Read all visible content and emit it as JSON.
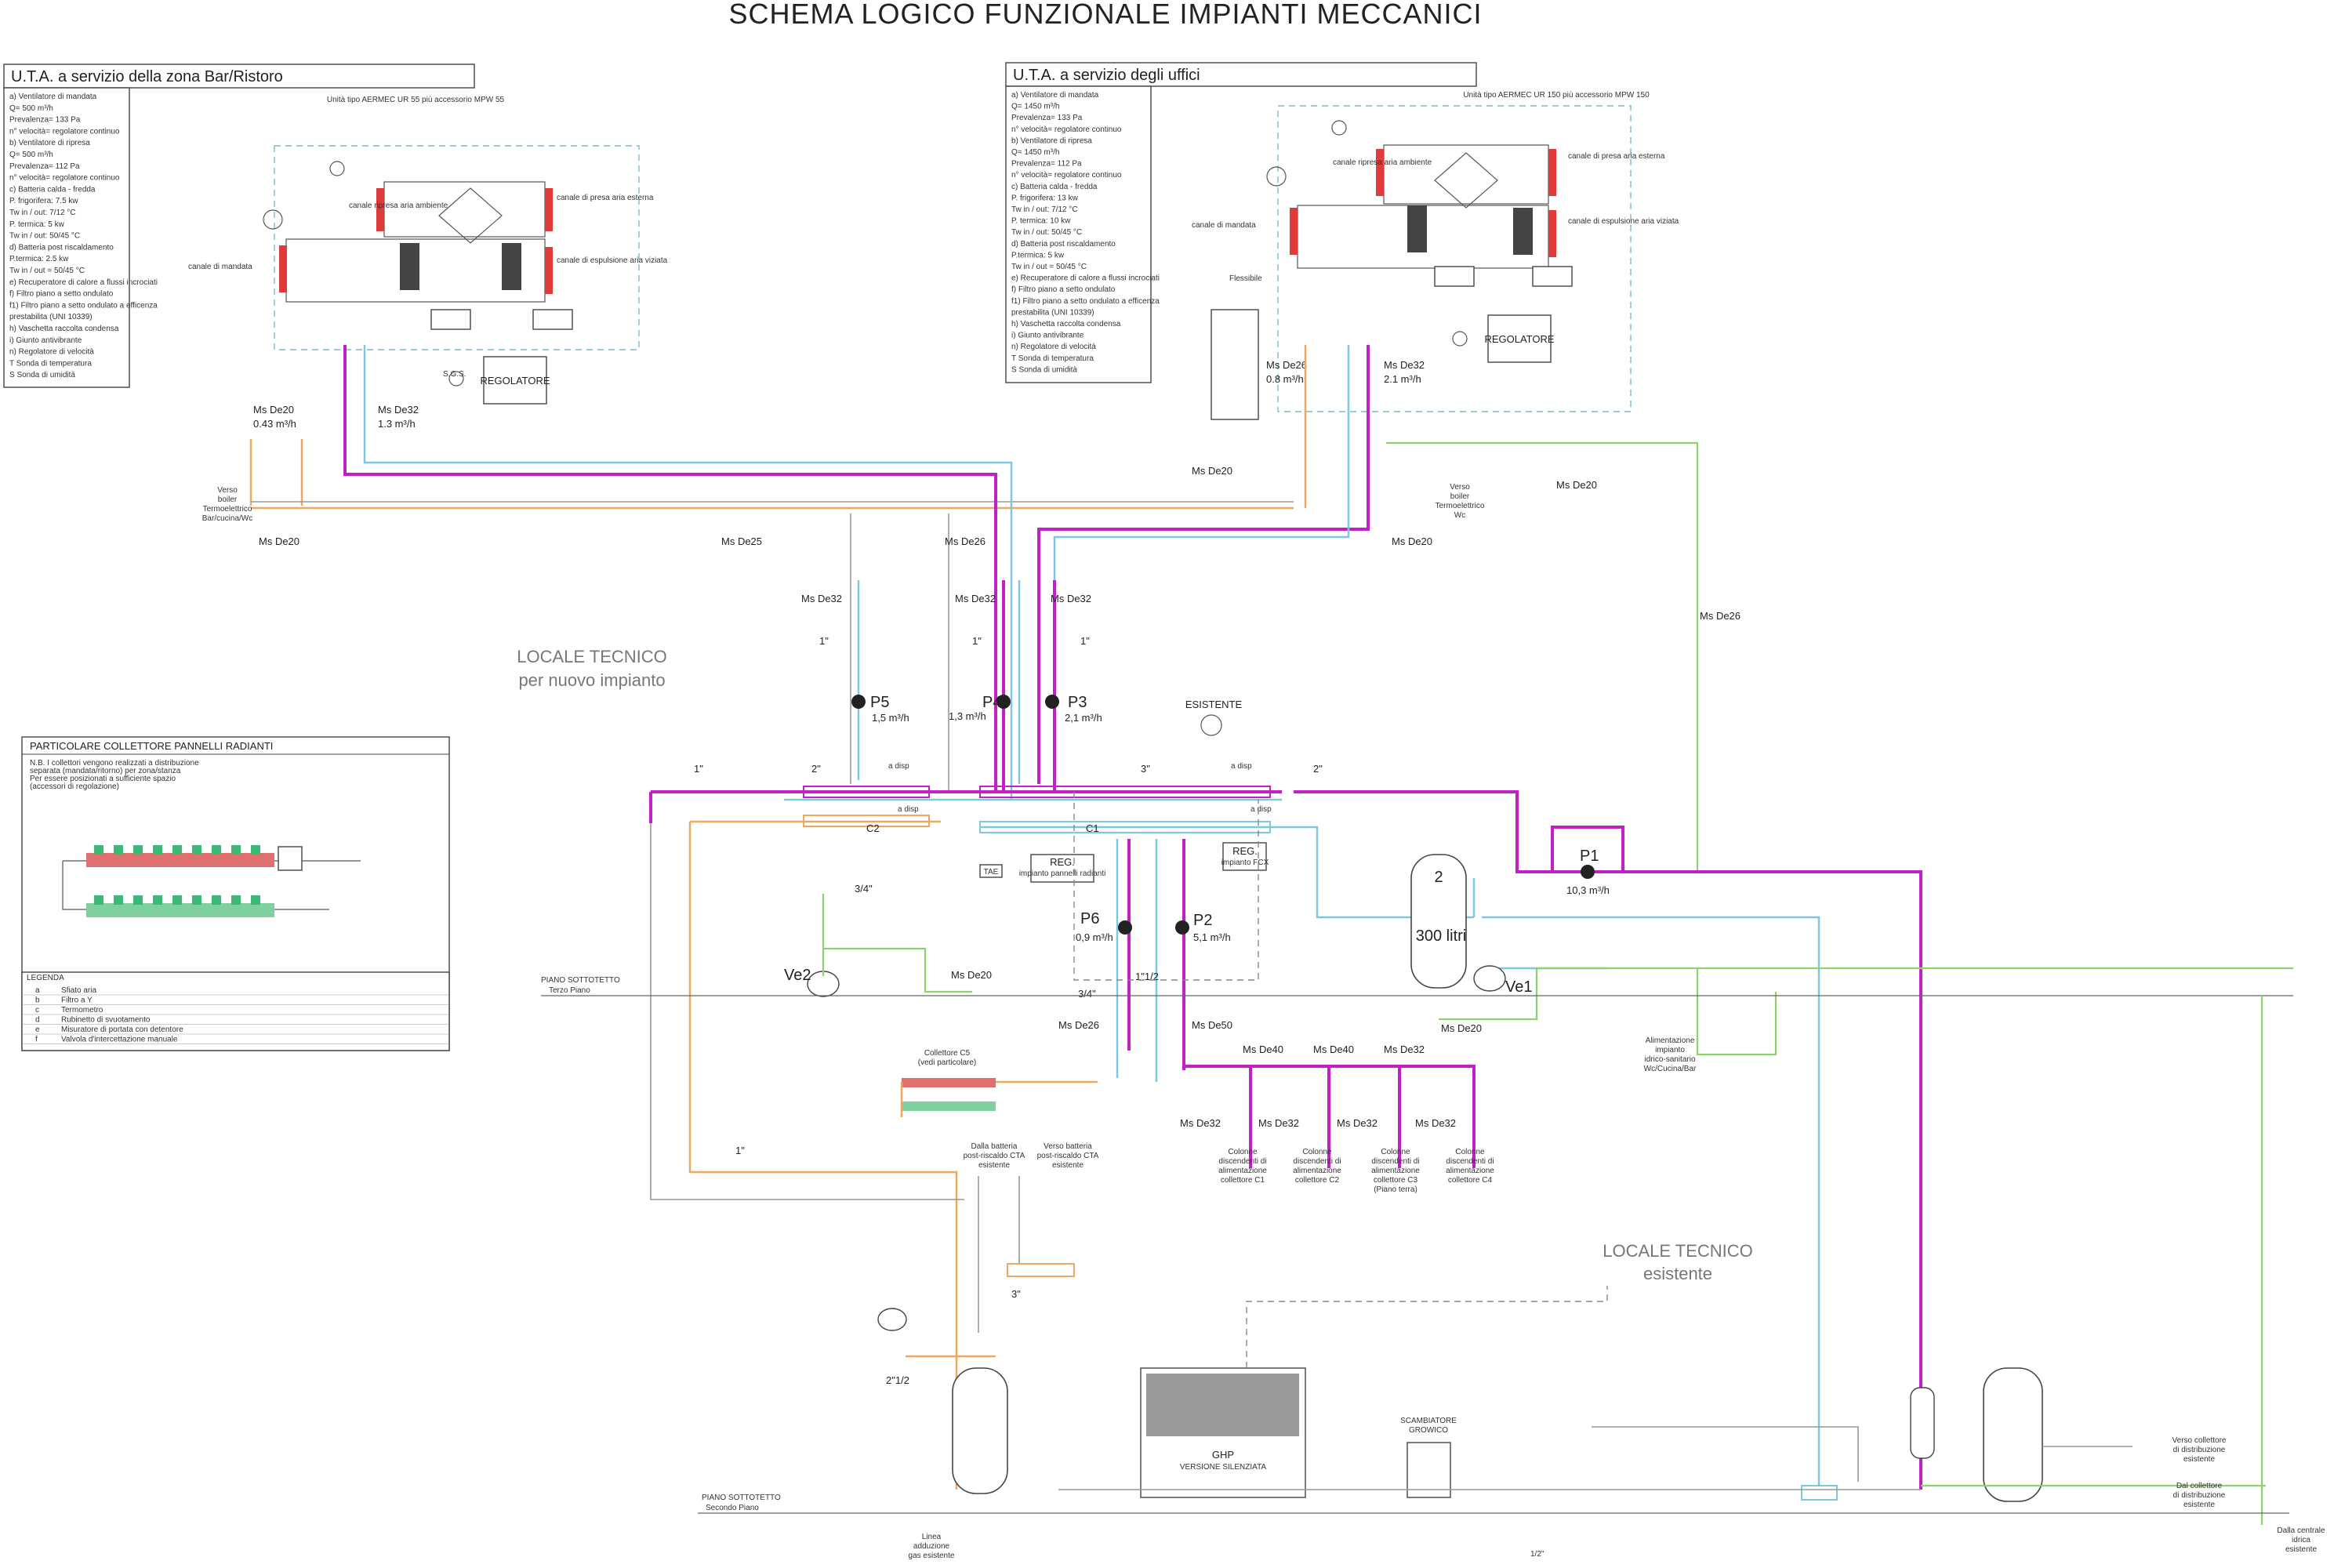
{
  "title": "SCHEMA LOGICO FUNZIONALE IMPIANTI MECCANICI",
  "uta_left": {
    "header": "U.T.A. a servizio della zona Bar/Ristoro",
    "unit": "Unità tipo AERMEC UR 55 più accessorio MPW 55",
    "spec": [
      "a) Ventilatore di mandata",
      "Q= 500 m³/h",
      "Prevalenza= 133 Pa",
      "n° velocità= regolatore continuo",
      "b) Ventilatore di ripresa",
      "Q= 500 m³/h",
      "Prevalenza= 112 Pa",
      "n° velocità= regolatore continuo",
      "c) Batteria calda - fredda",
      "P. frigorifera: 7.5 kw",
      "Tw in / out: 7/12 °C",
      "P. termica: 5 kw",
      "Tw in / out: 50/45 °C",
      "d) Batteria post riscaldamento",
      "P.termica: 2.5 kw",
      "Tw in / out = 50/45 °C",
      "e) Recuperatore di calore a flussi incrociati",
      "f) Filtro piano a setto ondulato",
      "f1) Filtro piano a setto ondulato a efficenza",
      "prestabilita (UNI 10339)",
      "h) Vaschetta raccolta condensa",
      "i) Giunto antivibrante",
      "n) Regolatore di velocità",
      "T Sonda di temperatura",
      "S Sonda di umidità"
    ],
    "canale_ripresa": "canale ripresa aria ambiente",
    "canale_presa": "canale di presa aria esterna",
    "canale_mandata": "canale di mandata",
    "canale_espulsione": "canale di espulsione aria viziata",
    "sgs": "S.G.S.",
    "regolatore": "REGOLATORE",
    "pipe1": "Ms De20",
    "flow1": "0.43 m³/h",
    "pipe2": "Ms De32",
    "flow2": "1.3 m³/h"
  },
  "uta_right": {
    "header": "U.T.A. a servizio degli uffici",
    "unit": "Unità tipo AERMEC UR 150 più accessorio MPW 150",
    "spec": [
      "a) Ventilatore di mandata",
      "Q= 1450 m³/h",
      "Prevalenza= 133 Pa",
      "n° velocità= regolatore continuo",
      "b) Ventilatore di ripresa",
      "Q= 1450 m³/h",
      "Prevalenza= 112 Pa",
      "n° velocità= regolatore continuo",
      "c) Batteria calda - fredda",
      "P. frigorifera: 13 kw",
      "Tw in / out: 7/12 °C",
      "P. termica: 10 kw",
      "Tw in / out: 50/45 °C",
      "d) Batteria post riscaldamento",
      "P.termica: 5 kw",
      "Tw in / out = 50/45 °C",
      "e) Recuperatore di calore a flussi incrociati",
      "f) Filtro piano a setto ondulato",
      "f1) Filtro piano a setto ondulato a efficenza",
      "prestabilita (UNI 10339)",
      "h) Vaschetta raccolta condensa",
      "i) Giunto antivibrante",
      "n) Regolatore di velocità",
      "T Sonda di temperatura",
      "S Sonda di umidità"
    ],
    "canale_ripresa": "canale ripresa aria ambiente",
    "canale_presa": "canale di presa aria esterna",
    "canale_mandata": "canale di mandata",
    "canale_espulsione": "canale di espulsione aria viziata",
    "flessibile": "Flessibile",
    "regolatore": "REGOLATORE",
    "pipe1": "Ms De26",
    "flow1": "0.8 m³/h",
    "pipe2": "Ms De32",
    "flow2": "2.1 m³/h"
  },
  "labels": {
    "verso_boiler_left": [
      "Verso",
      "boiler",
      "Termoelettrico",
      "Bar/cucina/Wc"
    ],
    "verso_boiler_right": [
      "Verso",
      "boiler",
      "Termoelettrico",
      "Wc"
    ],
    "ms_de20": "Ms De20",
    "ms_de25": "Ms De25",
    "ms_de26": "Ms De26",
    "ms_de32": "Ms De32",
    "ms_de40": "Ms De40",
    "ms_de50": "Ms De50",
    "locale_nuovo_1": "LOCALE TECNICO",
    "locale_nuovo_2": "per nuovo impianto",
    "locale_esist_1": "LOCALE TECNICO",
    "locale_esist_2": "esistente",
    "esistente": "ESISTENTE",
    "p5": "P5",
    "p5_flow": "1,5 m³/h",
    "p4": "P4",
    "p4_flow": "1,3 m³/h",
    "p3": "P3",
    "p3_flow": "2,1 m³/h",
    "p6": "P6",
    "p6_flow": "0,9 m³/h",
    "p2": "P2",
    "p2_flow": "5,1 m³/h",
    "p1": "P1",
    "p1_flow": "10,3 m³/h",
    "one_inch": "1\"",
    "two_inch": "2\"",
    "three_inch": "3\"",
    "three_quarter": "3/4\"",
    "one_half": "1\"1/2",
    "two_half": "2\"1/2",
    "a_disp": "a disp",
    "c1": "C1",
    "c2": "C2",
    "reg_pannelli": "REG.",
    "reg_pannelli_sub": "impianto pannelli radianti",
    "reg_fcx": "REG.",
    "reg_fcx_sub": "impianto FCX",
    "tae": "TAE",
    "tank_number": "2",
    "tank_volume": "300 litri",
    "ve1": "Ve1",
    "ve2": "Ve2",
    "collettore_c5": [
      "Collettore C5",
      "(vedi particolare)"
    ],
    "colonne": [
      [
        "Colonne",
        "discendenti di",
        "alimentazione",
        "collettore C1"
      ],
      [
        "Colonne",
        "discendenti di",
        "alimentazione",
        "collettore C2"
      ],
      [
        "Colonne",
        "discendenti di",
        "alimentazione",
        "collettore C3",
        "(Piano terra)"
      ],
      [
        "Colonne",
        "discendenti di",
        "alimentazione",
        "collettore C4"
      ]
    ],
    "alimentazione": [
      "Alimentazione",
      "impianto",
      "idrico-sanitario",
      "Wc/Cucina/Bar"
    ],
    "piano_sottotetto": "PIANO SOTTOTETTO",
    "terzo_piano": "Terzo Piano",
    "secondo_piano": "Secondo Piano",
    "dalla_batteria": [
      "Dalla batteria",
      "post-riscaldo CTA",
      "esistente"
    ],
    "verso_batteria": [
      "Verso batteria",
      "post-riscaldo CTA",
      "esistente"
    ],
    "ghp": "GHP",
    "ghp_sub": "VERSIONE SILENZIATA",
    "scambiatore": [
      "SCAMBIATORE",
      "GROWICO"
    ],
    "linea_gas": [
      "Linea",
      "adduzione",
      "gas esistente"
    ],
    "verso_collettore": [
      "Verso collettore",
      "di distribuzione",
      "esistente"
    ],
    "dal_collettore": [
      "Dal collettore",
      "di distribuzione",
      "esistente"
    ],
    "dalla_centrale": [
      "Dalla centrale",
      "idrica",
      "esistente"
    ],
    "one_half_mark": "1/2\""
  },
  "particolare": {
    "header": "PARTICOLARE COLLETTORE PANNELLI RADIANTI",
    "note": [
      "N.B. I collettori vengono realizzati a distribuzione",
      "separata (mandata/ritorno) per zona/stanza",
      "Per essere posizionati a sufficiente spazio",
      "(accessori di regolazione)"
    ],
    "legenda_title": "LEGENDA",
    "legenda": [
      {
        "k": "a",
        "v": "Sfiato aria"
      },
      {
        "k": "b",
        "v": "Filtro a Y"
      },
      {
        "k": "c",
        "v": "Termometro"
      },
      {
        "k": "d",
        "v": "Rubinetto di svuotamento"
      },
      {
        "k": "e",
        "v": "Misuratore di portata con detentore"
      },
      {
        "k": "f",
        "v": "Valvola d'intercettazione manuale"
      }
    ]
  },
  "colors": {
    "pink": "#c21fc7",
    "cyan": "#7cc8e0",
    "orange": "#f0a860",
    "green": "#8ed26e",
    "grey": "#999999"
  }
}
